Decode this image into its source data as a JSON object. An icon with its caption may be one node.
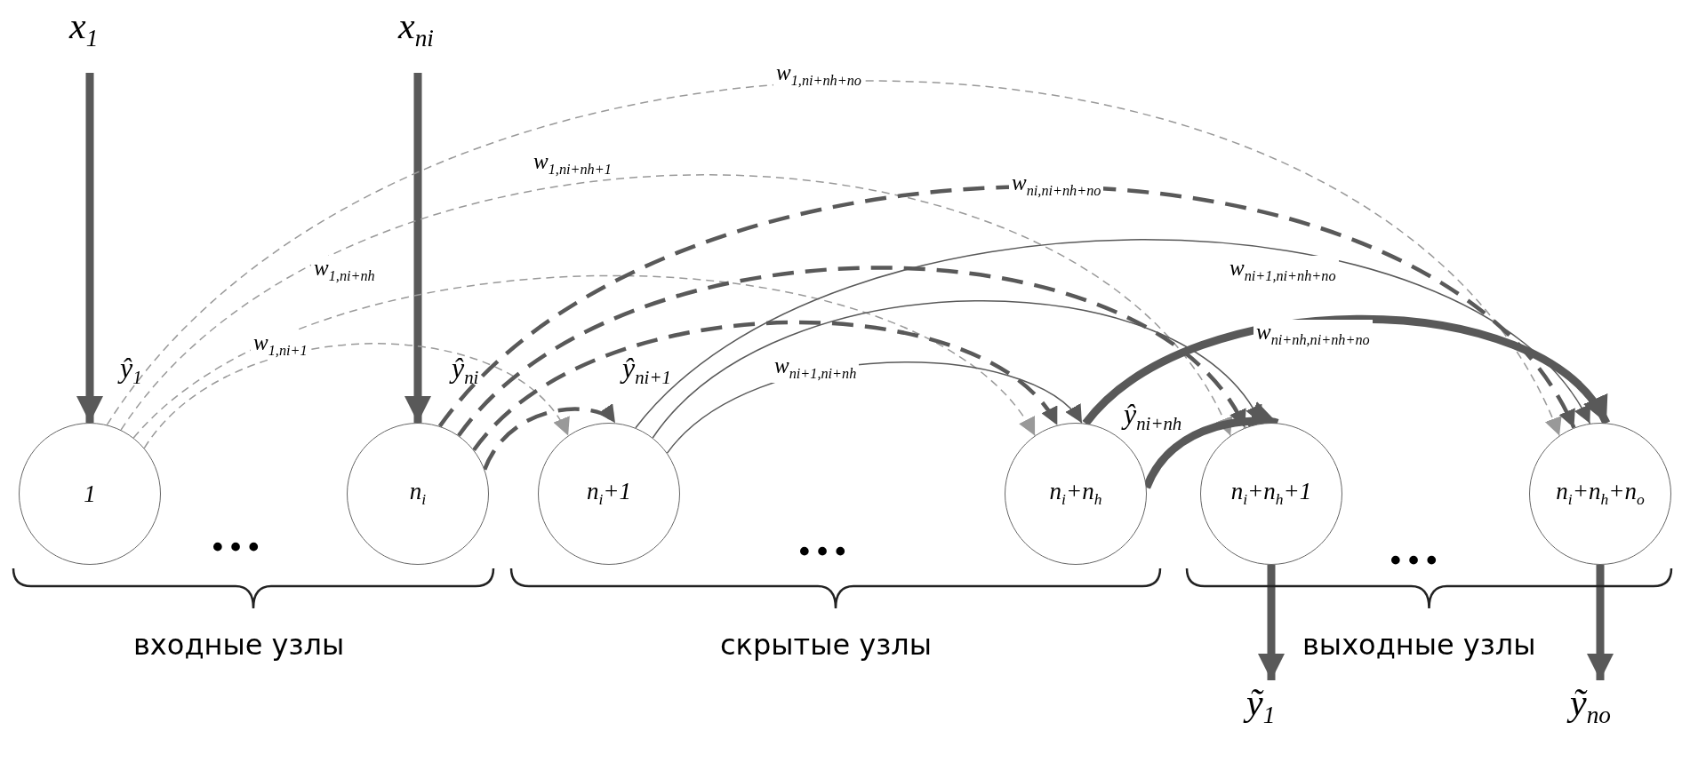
{
  "diagram": {
    "nodes": [
      {
        "text": [
          "x$_{1}$"
        ]
      },
      {
        "text": [
          "x$_{ni}$"
        ]
      },
      {
        "text": [
          "1"
        ],
        "beside": [
          "ŷ$_{1}$"
        ]
      },
      {
        "text": [
          "n$_{i}$"
        ],
        "beside": [
          "ŷ$_{ni}$"
        ]
      },
      {
        "text": [
          "n$_{i}$+1"
        ],
        "beside": [
          "ŷ$_{ni+1}$"
        ]
      },
      {
        "text": [
          "n$_{i}$+n$_{h}$"
        ],
        "beside": [
          "ŷ$_{ni+nh}$"
        ]
      },
      {
        "text": [
          "n$_{i}$+n$_{h}$+1"
        ]
      },
      {
        "text": [
          "n$_{i}$+n$_{h}$+n$_{o}$"
        ]
      },
      {
        "text": [
          "ỹ$_{1}$"
        ]
      },
      {
        "text": [
          "ỹ$_{no}$"
        ]
      }
    ],
    "edges": [
      {
        "from": 0,
        "to": 2,
        "arrow": "to",
        "style": "thick"
      },
      {
        "from": 1,
        "to": 3,
        "arrow": "to",
        "style": "thick"
      },
      {
        "from": 2,
        "to": 4,
        "arrow": "to",
        "style": "dashed",
        "color": "#999999",
        "label": "w$_{1,ni+1}$"
      },
      {
        "from": 2,
        "to": 5,
        "arrow": "to",
        "style": "dashed",
        "color": "#999999",
        "label": "w$_{1,ni+nh}$"
      },
      {
        "from": 2,
        "to": 6,
        "arrow": "to",
        "style": "dashed",
        "color": "#999999",
        "label": "w$_{1,ni+nh+1}$"
      },
      {
        "from": 2,
        "to": 7,
        "arrow": "to",
        "style": "dashed",
        "color": "#999999",
        "label": "w$_{1,ni+nh+no}$"
      },
      {
        "from": 3,
        "to": 4,
        "arrow": "to",
        "style": "dashed"
      },
      {
        "from": 3,
        "to": 5,
        "arrow": "to",
        "style": "dashed"
      },
      {
        "from": 3,
        "to": 6,
        "arrow": "to",
        "style": "dashed"
      },
      {
        "from": 3,
        "to": 7,
        "arrow": "to",
        "style": "dashed",
        "label": "w$_{ni,ni+nh+no}$"
      },
      {
        "from": 4,
        "to": 5,
        "arrow": "to",
        "label": "w$_{ni+1,ni+nh}$"
      },
      {
        "from": 4,
        "to": 6,
        "arrow": "to"
      },
      {
        "from": 4,
        "to": 7,
        "arrow": "to",
        "label": "w$_{ni+1,ni+nh+no}$"
      },
      {
        "from": 5,
        "to": 6,
        "arrow": "to",
        "style": "thick"
      },
      {
        "from": 5,
        "to": 7,
        "arrow": "to",
        "style": "thick",
        "label": "w$_{ni+nh,ni+nh+no}$"
      },
      {
        "from": 6,
        "to": 8,
        "arrow": "to",
        "style": "thick"
      },
      {
        "from": 7,
        "to": 9,
        "arrow": "to",
        "style": "thick"
      }
    ],
    "labels": [
      "…",
      "…",
      "…",
      "входные узлы",
      "скрытые узлы",
      "выходные узлы"
    ]
  }
}
